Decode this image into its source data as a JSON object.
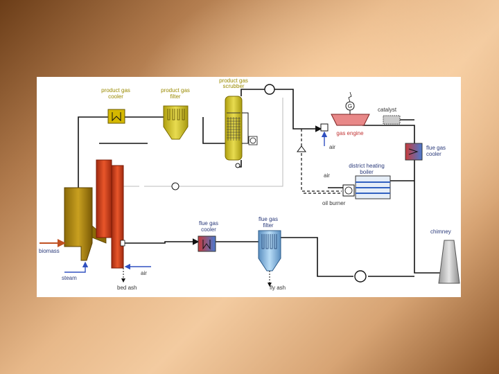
{
  "diagram": {
    "labels": {
      "product_gas_cooler": [
        "product gas",
        "cooler"
      ],
      "product_gas_filter": [
        "product gas",
        "filter"
      ],
      "product_gas_scrubber": [
        "product gas",
        "scrubber"
      ],
      "gas_engine": "gas engine",
      "catalyst": "catalyst",
      "flue_gas_cooler_top": [
        "flue gas",
        "cooler"
      ],
      "air_engine": "air",
      "district_heating_boiler": [
        "district heating",
        "boiler"
      ],
      "air_oil": "air",
      "oil_burner": "oil burner",
      "flue_gas_cooler_bottom": [
        "flue gas",
        "cooler"
      ],
      "flue_gas_filter": [
        "flue gas",
        "filter"
      ],
      "chimney": "chimney",
      "biomass": "biomass",
      "steam": "steam",
      "air_gasifier": "air",
      "bed_ash": "bed ash",
      "fly_ash": "fly ash",
      "generator_symbol": "G"
    },
    "colors": {
      "label_olive": "#9a8a00",
      "label_navy": "#2a3a7a",
      "label_dark": "#333333",
      "gasifier": "#b08a10",
      "combustor": "#d0481a",
      "filter_yellow": "#d8c82a",
      "filter_blue": "#8cc0e6",
      "cooler_red": "#d04040",
      "chimney": "#cfcfcf",
      "pipe": "#111111",
      "air_line": "#3050c0",
      "biomass_line": "#c05020"
    }
  }
}
